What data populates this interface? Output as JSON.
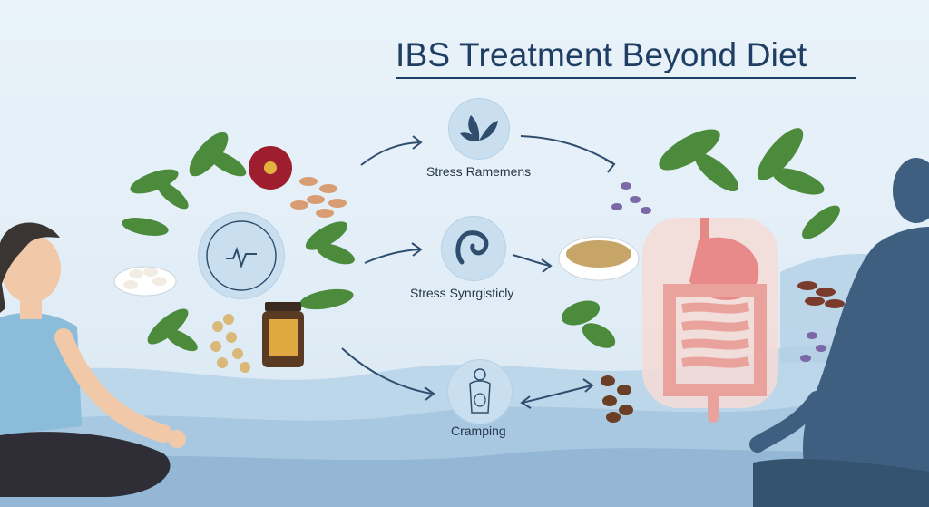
{
  "title": "IBS Treatment Beyond Diet",
  "labels": {
    "top": "Stress Ramemens",
    "middle": "Stress Synrgisticly",
    "bottom": "Cramping"
  },
  "icons": [
    "leaf-icon",
    "intestine-icon",
    "torso-icon",
    "brain-gut-icon"
  ],
  "colors": {
    "title": "#1f3e63",
    "background": "#e6f0f8",
    "mountain": "#a9c9e3",
    "silhouette": "#3f5f80",
    "herb": "#4c8a3c"
  }
}
